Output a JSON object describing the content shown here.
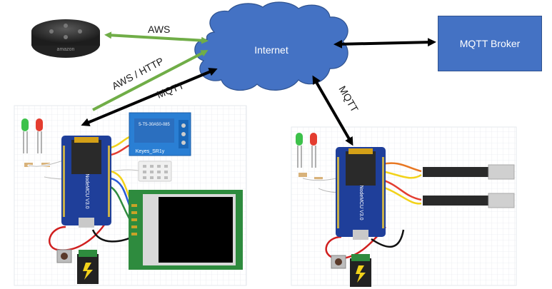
{
  "nodes": {
    "cloud_label": "Internet",
    "broker_label": "MQTT Broker",
    "echo_brand": "amazon",
    "relay_text_1": "5-T5-30A50-085",
    "relay_text_2": "Keyes_SR1y",
    "nodemcu_text": "NodeMCU V3.0"
  },
  "links": {
    "aws": "AWS",
    "aws_http": "AWS / HTTP",
    "mqtt_left": "MQTT",
    "mqtt_right": "MQTT"
  },
  "colors": {
    "cloud": "#4472c4",
    "broker": "#4472c4",
    "green_arrow": "#70ad47",
    "black_arrow": "#000000",
    "board": "#1f3f9a",
    "tft_pcb": "#2e8b3e",
    "relay": "#2a7fd4"
  },
  "icons": [
    "echo-dot-icon",
    "led-icon",
    "resistor-icon",
    "push-button-icon",
    "power-jack-icon",
    "temperature-probe-icon"
  ]
}
